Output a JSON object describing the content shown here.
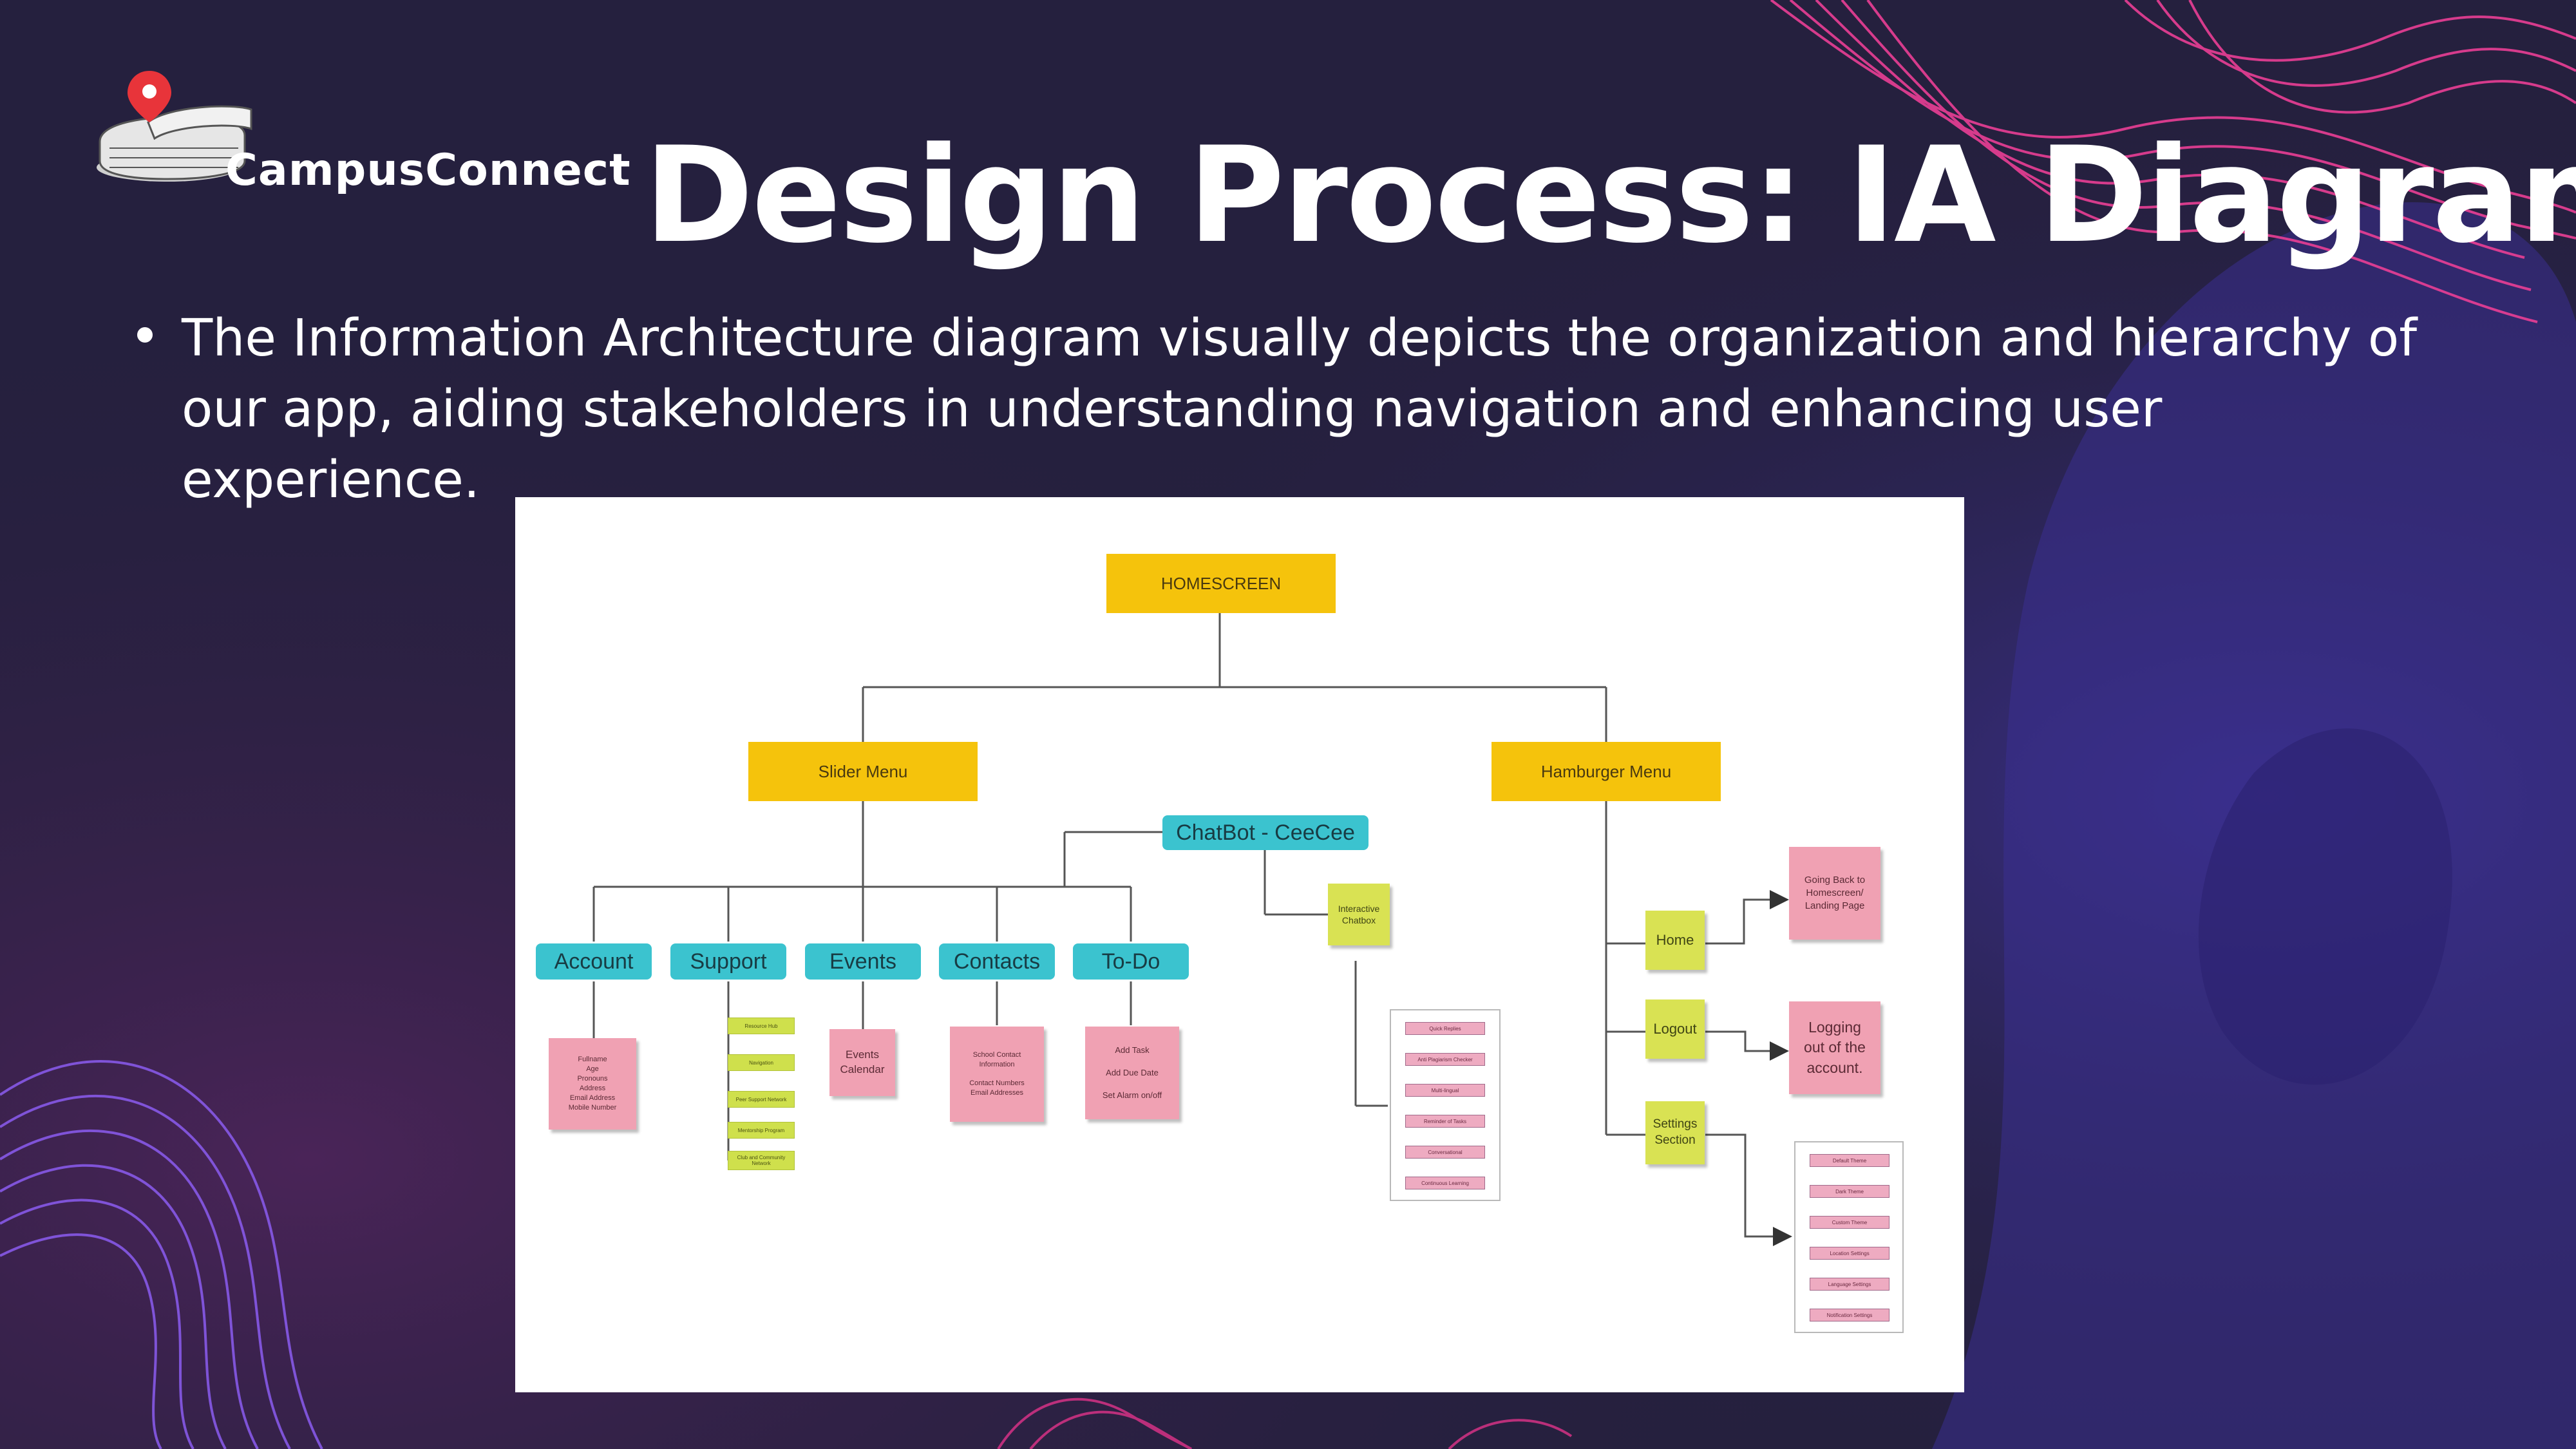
{
  "brand": {
    "name": "CampusConnect"
  },
  "slide": {
    "title": "Design Process: IA Diagram",
    "bullet": "The Information Architecture diagram visually depicts the organization and hierarchy of our app, aiding stakeholders in understanding navigation and enhancing user experience."
  },
  "colors": {
    "background": "#26203f",
    "accent_pink": "#e0338a",
    "accent_purple": "#6d4fe0",
    "node_yellow": "#f5c30c",
    "node_teal": "#3bc3cf",
    "sticky_pink": "#f0a1b3",
    "sticky_green": "#d9e253"
  },
  "icons": {
    "logo": "campus-building-pin-icon",
    "bullet": "bullet-dot-icon"
  },
  "diagram": {
    "homescreen": "HOMESCREEN",
    "slider_menu": "Slider Menu",
    "hamburger_menu": "Hamburger Menu",
    "chatbot": "ChatBot - CeeCee",
    "chatbot_note": "Interactive Chatbox",
    "chatbot_features": [
      "Quick Replies",
      "Anti Plagiarism Checker",
      "Multi-lingual",
      "Reminder of Tasks",
      "Conversational",
      "Continuous Learning"
    ],
    "tabs": {
      "account": "Account",
      "support": "Support",
      "events": "Events",
      "contacts": "Contacts",
      "todo": "To-Do"
    },
    "account_note": "Fullname\nAge\nPronouns\nAddress\nEmail Address\nMobile Number",
    "support_items": [
      "Resource Hub",
      "Navigation",
      "Peer Support Network",
      "Mentorship Program",
      "Club and Community Network"
    ],
    "events_note": "Events\nCalendar",
    "contacts_note": "School Contact\nInformation\n\nContact Numbers\nEmail Addresses",
    "todo_note": "Add Task\n\nAdd Due Date\n\nSet Alarm on/off",
    "hamburger_items": {
      "home": "Home",
      "logout": "Logout",
      "settings": "Settings\nSection"
    },
    "home_note": "Going Back to\nHomescreen/\nLanding Page",
    "logout_note": "Logging\nout of the\naccount.",
    "settings_items": [
      "Default Theme",
      "Dark Theme",
      "Custom Theme",
      "Location Settings",
      "Language Settings",
      "Notification Settings"
    ]
  }
}
